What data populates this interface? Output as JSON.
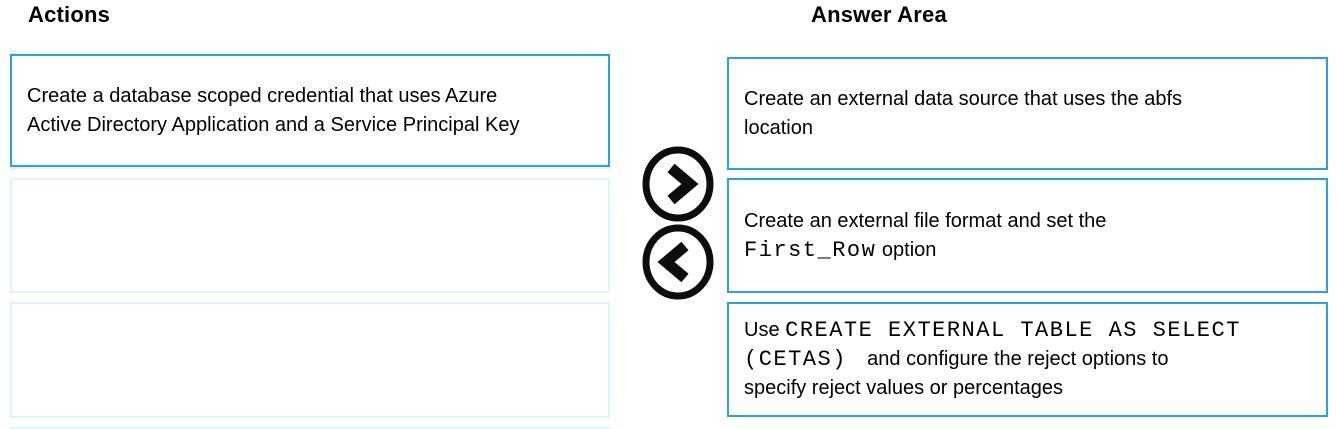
{
  "titles": {
    "actions": "Actions",
    "answer_area": "Answer Area"
  },
  "colors": {
    "card_border": "#2AA3D8",
    "empty_slot_border": "#DCF5FC",
    "arrow": "#0d0d0d",
    "text": "#000000"
  },
  "actions": {
    "cards": [
      {
        "segments": [
          {
            "text": "Create a database scoped credential that uses Azure\nActive Directory Application and a Service Principal Key",
            "mono": false
          }
        ]
      }
    ],
    "empty_slots": 3
  },
  "controls": {
    "move_to_answer_icon": "chevron-right-icon",
    "move_to_actions_icon": "chevron-left-icon"
  },
  "answer_area": {
    "cards": [
      {
        "segments": [
          {
            "text": "Create an external data source that uses the abfs\nlocation",
            "mono": false
          }
        ]
      },
      {
        "segments": [
          {
            "text": "Create an external file format and set the\n",
            "mono": false
          },
          {
            "text": "First_Row",
            "mono": true
          },
          {
            "text": " option",
            "mono": false
          }
        ]
      },
      {
        "segments": [
          {
            "text": "Use ",
            "mono": false
          },
          {
            "text": "CREATE EXTERNAL TABLE AS SELECT\n(CETAS) ",
            "mono": true
          },
          {
            "text": " and configure the reject options to\nspecify reject values or percentages",
            "mono": false
          }
        ]
      }
    ]
  }
}
